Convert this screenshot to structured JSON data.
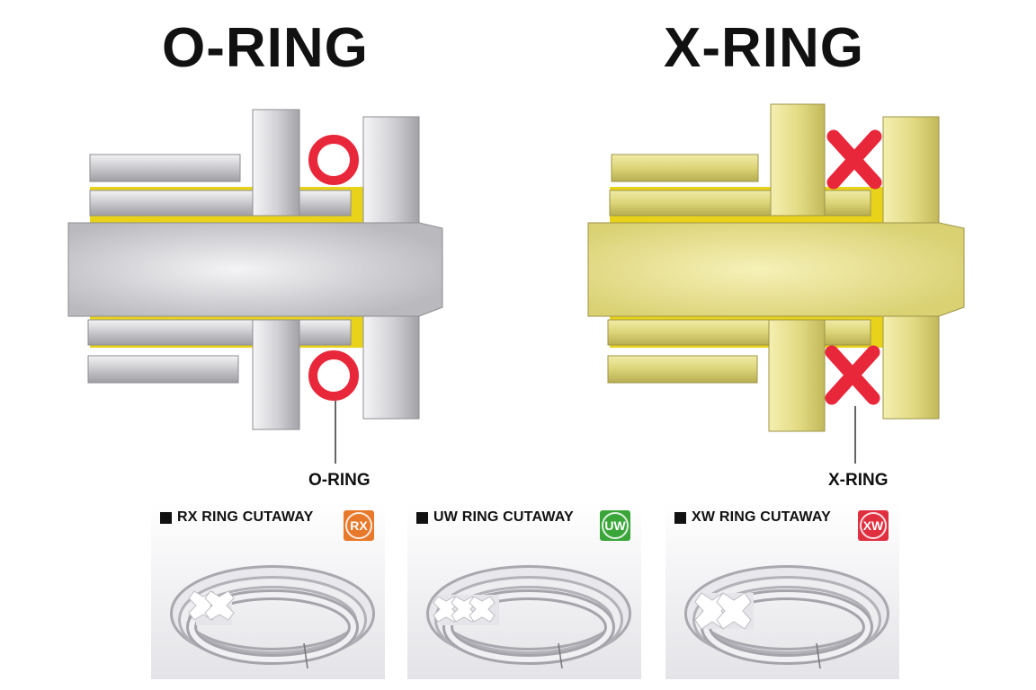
{
  "titles": {
    "o_ring": "O-RING",
    "x_ring": "X-RING"
  },
  "callouts": {
    "o_ring": "O-RING",
    "x_ring": "X-RING"
  },
  "panels": [
    {
      "label": "RX RING CUTAWAY",
      "badge": "RX",
      "badge_color": "#e8782a"
    },
    {
      "label": "UW RING CUTAWAY",
      "badge": "UW",
      "badge_color": "#3aa63a"
    },
    {
      "label": "XW RING CUTAWAY",
      "badge": "XW",
      "badge_color": "#e03040"
    }
  ],
  "colors": {
    "silver": "#c8c8cc",
    "gold": "#e8df8a",
    "seal_red": "#e8283a",
    "grease_yellow": "#e8d21a"
  }
}
